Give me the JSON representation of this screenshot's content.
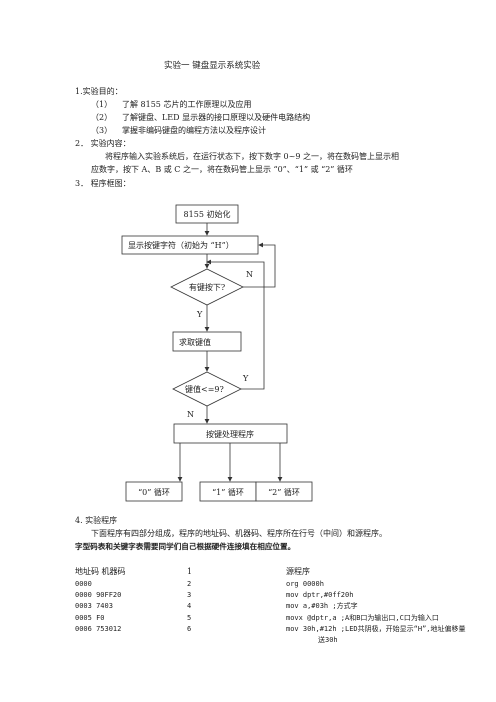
{
  "title": "实验一  键盘显示系统实验",
  "sections": {
    "s1_heading": "1.实验目的：",
    "s1_items": [
      {
        "num": "（1）",
        "text": "了解 8155 芯片的工作原理以及应用"
      },
      {
        "num": "（2）",
        "text": "了解键盘、LED 显示器的接口原理以及硬件电路结构"
      },
      {
        "num": "（3）",
        "text": "掌握非编码键盘的编程方法以及程序设计"
      }
    ],
    "s2_heading": "2．  实验内容：",
    "s2_line1": "将程序输入实验系统后，在运行状态下，按下数字 0~9 之一，将在数码管上显示相",
    "s2_line2": "应数字，按下 A、B 或 C 之一，将在数码管上显示 “0”、“1” 或 “2” 循环",
    "s3_heading": "3．  程序框图：",
    "s4_heading": "4.  实验程序",
    "s4_desc": "下面程序有四部分组成，程序的地址码、机器码、程序所在行号（中间）和源程序。",
    "s4_note": "字型码表和关键字表需要同学们自己根据硬件连接填在相应位置。"
  },
  "flowchart": {
    "init": "8155 初始化",
    "display": "显示按键字符（初始为 “H”）",
    "key_pressed": "有键按下?",
    "get_key": "求取键值",
    "key_check": "键值<=9?",
    "handler": "按键处理程序",
    "loop0": "“0” 循环",
    "loop1": "“1” 循环",
    "loop2": "“2” 循环",
    "label_n1": "N",
    "label_y1": "Y",
    "label_y2": "Y",
    "label_n2": "N"
  },
  "code": {
    "headers": {
      "addr": "地址码  机器码",
      "line": "1",
      "src": "源程序"
    },
    "rows": [
      {
        "addr": "0000",
        "line": "2",
        "src": "org  0000h"
      },
      {
        "addr": "0000 90FF20",
        "line": "3",
        "src": "mov  dptr,#0ff20h"
      },
      {
        "addr": "0003 7403",
        "line": "4",
        "src": "mov  a,#03h  ;方式字"
      },
      {
        "addr": "0005 F0",
        "line": "5",
        "src": "movx @dptr,a  ;A和B口为输出口,C口为输入口"
      },
      {
        "addr": "0006 753012",
        "line": "6",
        "src": "mov 30h,#12h  ;LED共阴极，开始显示“H”,地址偏移量"
      }
    ],
    "continuation": "送30h"
  }
}
